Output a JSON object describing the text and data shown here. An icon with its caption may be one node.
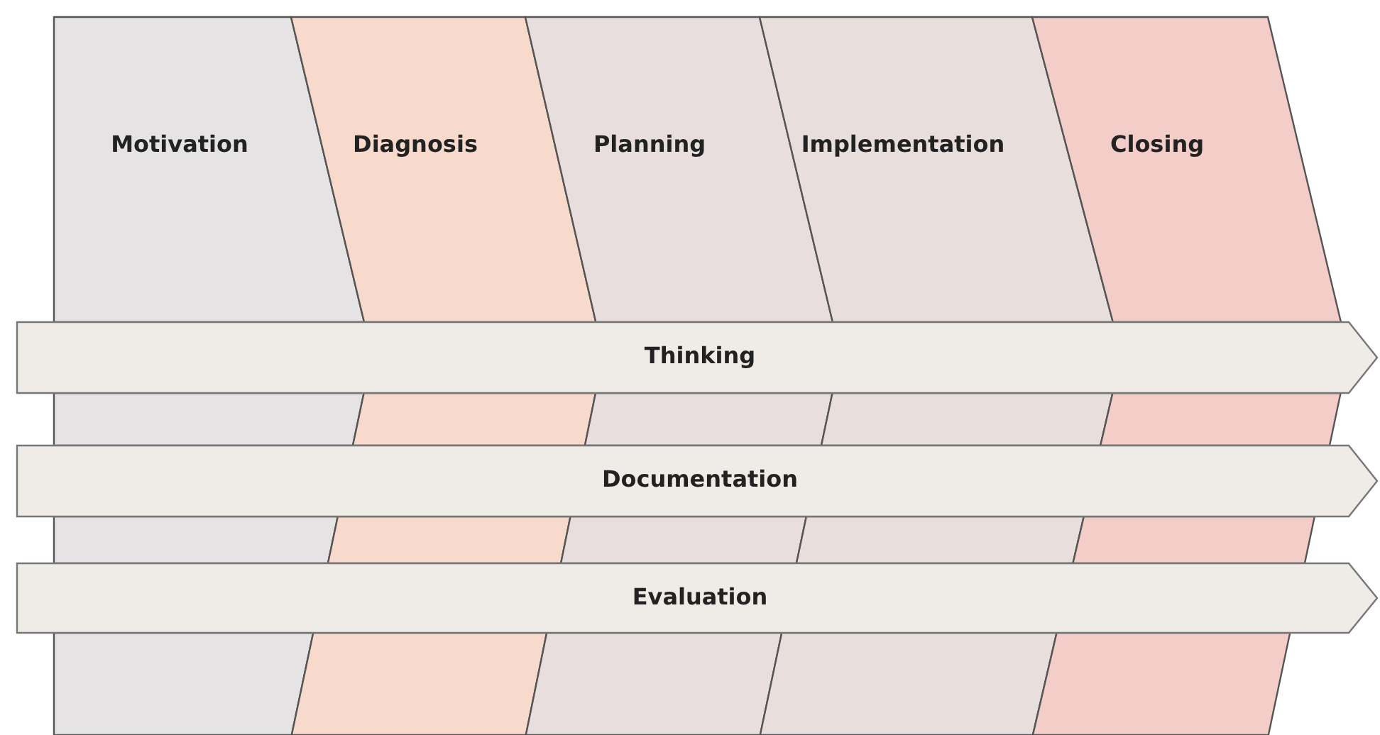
{
  "diagram": {
    "nodes": [
      {
        "text": [
          "Motivation"
        ]
      },
      {
        "text": [
          "Diagnosis"
        ]
      },
      {
        "text": [
          "Planning"
        ]
      },
      {
        "text": [
          "Implementation"
        ]
      },
      {
        "text": [
          "Closing"
        ]
      },
      {
        "text": [
          "Thinking"
        ]
      },
      {
        "text": [
          "Documentation"
        ]
      },
      {
        "text": [
          "Evaluation"
        ]
      }
    ]
  }
}
